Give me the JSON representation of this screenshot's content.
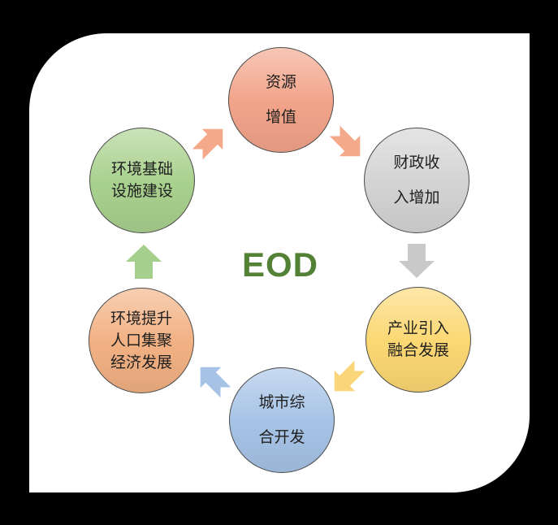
{
  "panel": {
    "background": "#000000",
    "surface": "#ffffff"
  },
  "center_label": {
    "text": "EOD",
    "color": "#538135"
  },
  "nodes": [
    {
      "name": "environmental-infrastructure",
      "lines": [
        "环境基础",
        "设施建设"
      ],
      "color": "#a9d18e",
      "position": "top-left"
    },
    {
      "name": "resource-appreciation",
      "lines": [
        "资源",
        "增值"
      ],
      "color": "#f2a48a",
      "position": "top"
    },
    {
      "name": "fiscal-revenue-increase",
      "lines": [
        "财政收",
        "入增加"
      ],
      "color": "#d4d4d4",
      "position": "top-right"
    },
    {
      "name": "industry-integration-development",
      "lines": [
        "产业引入",
        "融合发展"
      ],
      "color": "#fcd873",
      "position": "bottom-right"
    },
    {
      "name": "urban-comprehensive-development",
      "lines": [
        "城市综",
        "合开发"
      ],
      "color": "#a6c3e6",
      "position": "bottom"
    },
    {
      "name": "environment-population-economy",
      "lines": [
        "环境提升",
        "人口集聚",
        "经济发展"
      ],
      "color": "#f2b183",
      "position": "bottom-left"
    }
  ],
  "arrows": [
    {
      "name": "green-to-salmon",
      "direction": "up-right",
      "color": "#f5a98b"
    },
    {
      "name": "salmon-to-gray",
      "direction": "down-right",
      "color": "#f5a98b"
    },
    {
      "name": "gray-to-yellow",
      "direction": "down",
      "color": "#c9c9c9"
    },
    {
      "name": "yellow-to-blue",
      "direction": "down-left",
      "color": "#fbd57a"
    },
    {
      "name": "blue-to-orange",
      "direction": "up-left",
      "color": "#a6c3e6"
    },
    {
      "name": "orange-to-green",
      "direction": "up",
      "color": "#a5cf8d"
    }
  ]
}
